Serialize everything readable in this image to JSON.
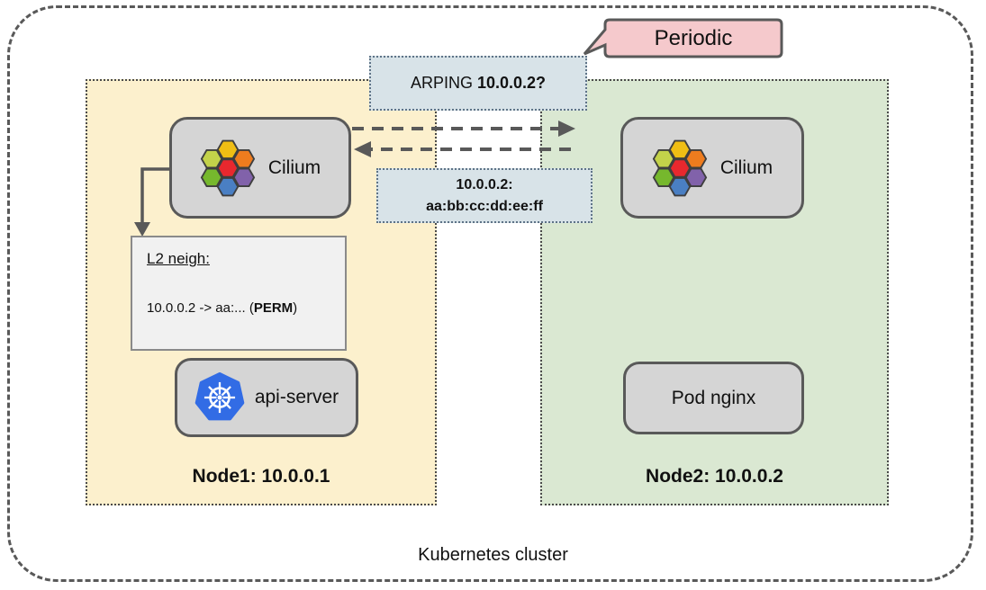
{
  "cluster": {
    "label": "Kubernetes cluster"
  },
  "callout": {
    "label": "Periodic"
  },
  "arping_message": {
    "prefix": "ARPING ",
    "emphasis": "10.0.0.2?"
  },
  "arp_reply_message": {
    "line1": "10.0.0.2:",
    "line2": "aa:bb:cc:dd:ee:ff"
  },
  "node1": {
    "label": "Node1: 10.0.0.1",
    "cilium_label": "Cilium",
    "l2_table": {
      "title": "L2 neigh:",
      "entry_prefix": "10.0.0.2 -> aa:... (",
      "entry_bold": "PERM",
      "entry_suffix": ")"
    },
    "apiserver_label": "api-server"
  },
  "node2": {
    "label": "Node2: 10.0.0.2",
    "cilium_label": "Cilium",
    "pod_label": "Pod nginx"
  },
  "colors": {
    "node1_fill": "#fcf0cd",
    "node2_fill": "#dae8d2",
    "info_box_fill": "#d8e3e8",
    "callout_fill": "#f5c9cc",
    "component_fill": "#d5d5d5",
    "l2_box_fill": "#f1f1f1",
    "outline_gray": "#595959",
    "k8s_blue": "#326ce5",
    "cilium_logo": {
      "center": "#e8282e",
      "top": "#f0be14",
      "top_right": "#ee7c1e",
      "bottom_right": "#8162aa",
      "bottom": "#4a7fc3",
      "bottom_left": "#76b82d",
      "top_left": "#c3d24a",
      "stroke": "#3f3f3f"
    }
  }
}
